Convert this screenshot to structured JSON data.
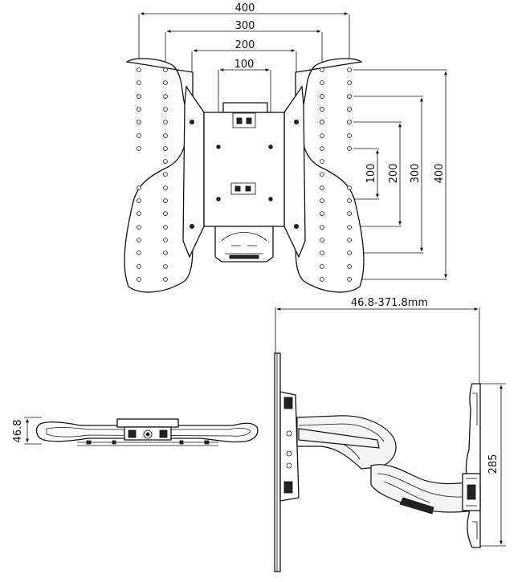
{
  "front_view": {
    "dims_horizontal": [
      "400",
      "300",
      "200",
      "100"
    ],
    "dims_vertical": [
      "100",
      "200",
      "300",
      "400"
    ]
  },
  "top_view": {
    "depth_label": "46.8"
  },
  "side_view": {
    "extension_label": "46.8-371.8mm",
    "height_label": "285"
  }
}
